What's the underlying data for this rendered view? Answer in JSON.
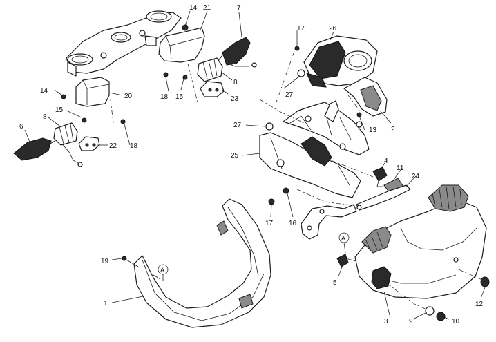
{
  "title": "Headlight and instrument panel parts diagram",
  "labels": {
    "l1": "1",
    "l2": "2",
    "l3": "3",
    "l4": "4",
    "l5": "5",
    "l6": "6",
    "l7": "7",
    "l8a": "8",
    "l8b": "8",
    "l9": "9",
    "l10": "10",
    "l11": "11",
    "l12": "12",
    "l13": "13",
    "l14a": "14",
    "l14b": "14",
    "l15a": "15",
    "l15b": "15",
    "l16": "16",
    "l17a": "17",
    "l17b": "17",
    "l18a": "18",
    "l18b": "18",
    "l19": "19",
    "l20": "20",
    "l21": "21",
    "l22": "22",
    "l23": "23",
    "l24": "24",
    "l25": "25",
    "l26": "26",
    "l27a": "27",
    "l27b": "27",
    "refA1": "A",
    "refA2": "A"
  }
}
